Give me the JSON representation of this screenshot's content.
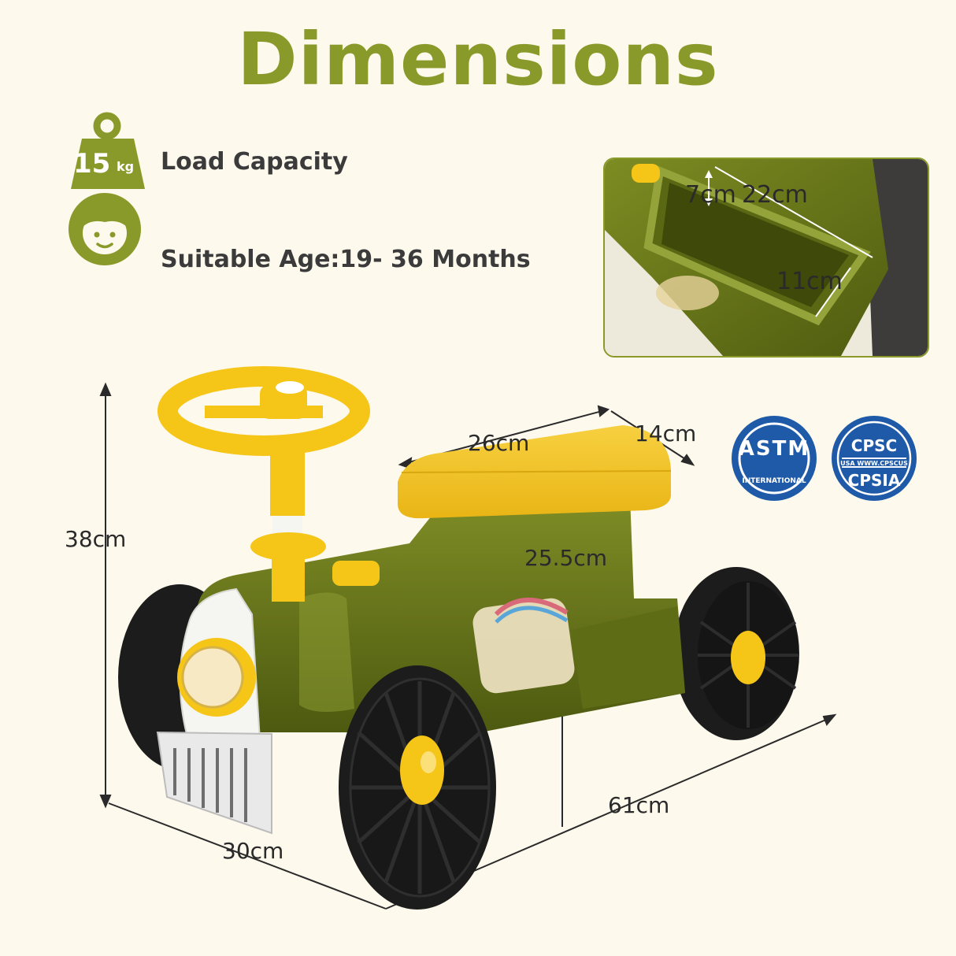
{
  "title": "Dimensions",
  "load_capacity": {
    "value": "15",
    "unit": "kg",
    "label": "Load Capacity"
  },
  "suitable_age": {
    "label": "Suitable Age:19- 36 Months"
  },
  "storage_dimensions": {
    "depth": "7cm",
    "length": "22cm",
    "width": "11cm"
  },
  "product_dimensions": {
    "height": "38cm",
    "seat_length": "26cm",
    "seat_width": "14cm",
    "seat_height": "25.5cm",
    "length": "61cm",
    "width": "30cm"
  },
  "certifications": {
    "astm": {
      "top": "ASTM",
      "bottom": "INTERNATIONAL"
    },
    "cpsc": {
      "top": "CPSC",
      "middle": "USA  WWW.CPSCUS",
      "bottom": "CPSIA"
    }
  },
  "colors": {
    "accent": "#8a9a2a",
    "body_green": "#6b7a1f",
    "seat_yellow": "#f5c518",
    "wheel_black": "#1c1c1c",
    "badge_blue": "#1f5aa8",
    "background": "#fdf9ec"
  }
}
